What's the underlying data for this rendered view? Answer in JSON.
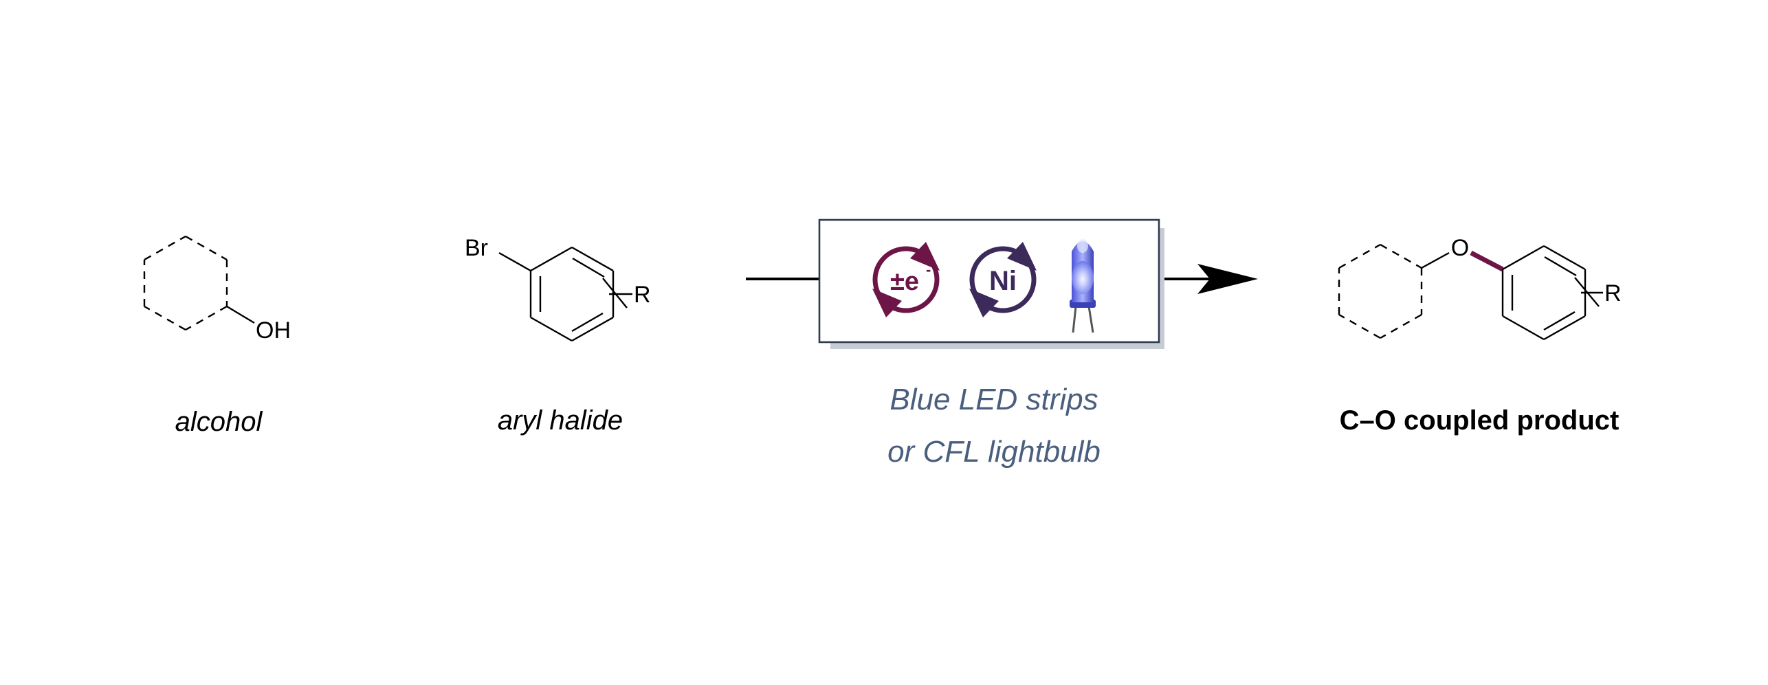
{
  "reactants": {
    "alcohol": {
      "substituent": "OH",
      "caption": "alcohol"
    },
    "aryl_halide": {
      "halogen": "Br",
      "substituent": "R",
      "caption": "aryl halide"
    }
  },
  "conditions": {
    "photocatalyst_label": "±e",
    "photocatalyst_superscript": "-",
    "nickel_label": "Ni",
    "light_source": "blue-led-icon",
    "line_1": "Blue LED strips",
    "line_2": "or CFL lightbulb"
  },
  "product": {
    "linker_atom": "O",
    "substituent": "R",
    "caption": "C–O coupled product"
  },
  "colors": {
    "photocatalyst": "#6e1547",
    "nickel": "#3c2a5a",
    "new_bond": "#6e1547",
    "conditions_text": "#4a5f7e",
    "box_border": "#2e3b52",
    "box_shadow": "#c7cbd4",
    "led": "#6b78ff"
  }
}
